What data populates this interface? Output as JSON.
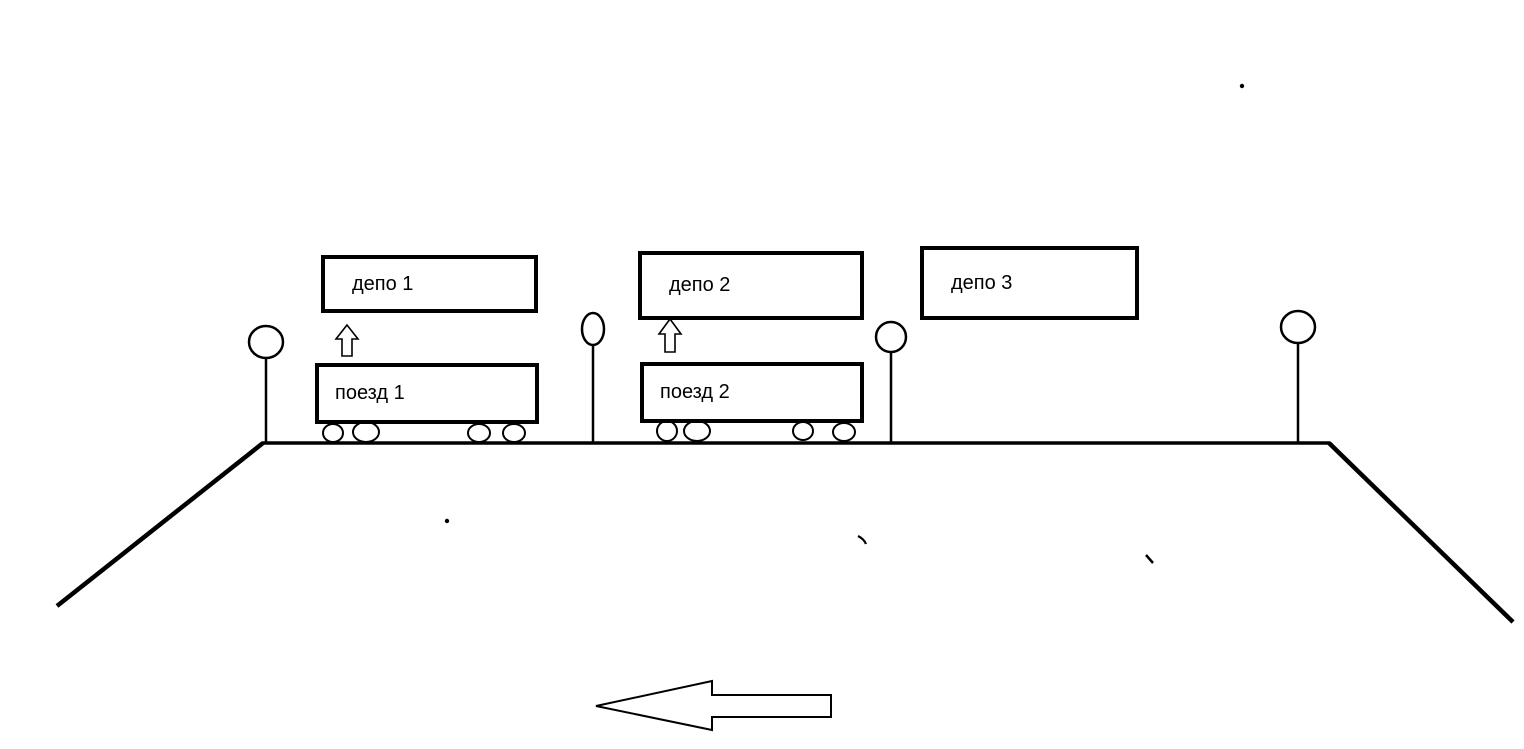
{
  "diagram": {
    "depot_boxes": [
      {
        "label": "депо 1"
      },
      {
        "label": "депо 2"
      },
      {
        "label": "депо 3"
      }
    ],
    "train_boxes": [
      {
        "label": "поезд 1"
      },
      {
        "label": "поезд 2"
      }
    ],
    "icons": {
      "signal_post_count": 4,
      "up_arrow_count": 2,
      "direction_arrow": "left"
    },
    "colors": {
      "stroke": "#000000",
      "background": "#ffffff"
    }
  }
}
